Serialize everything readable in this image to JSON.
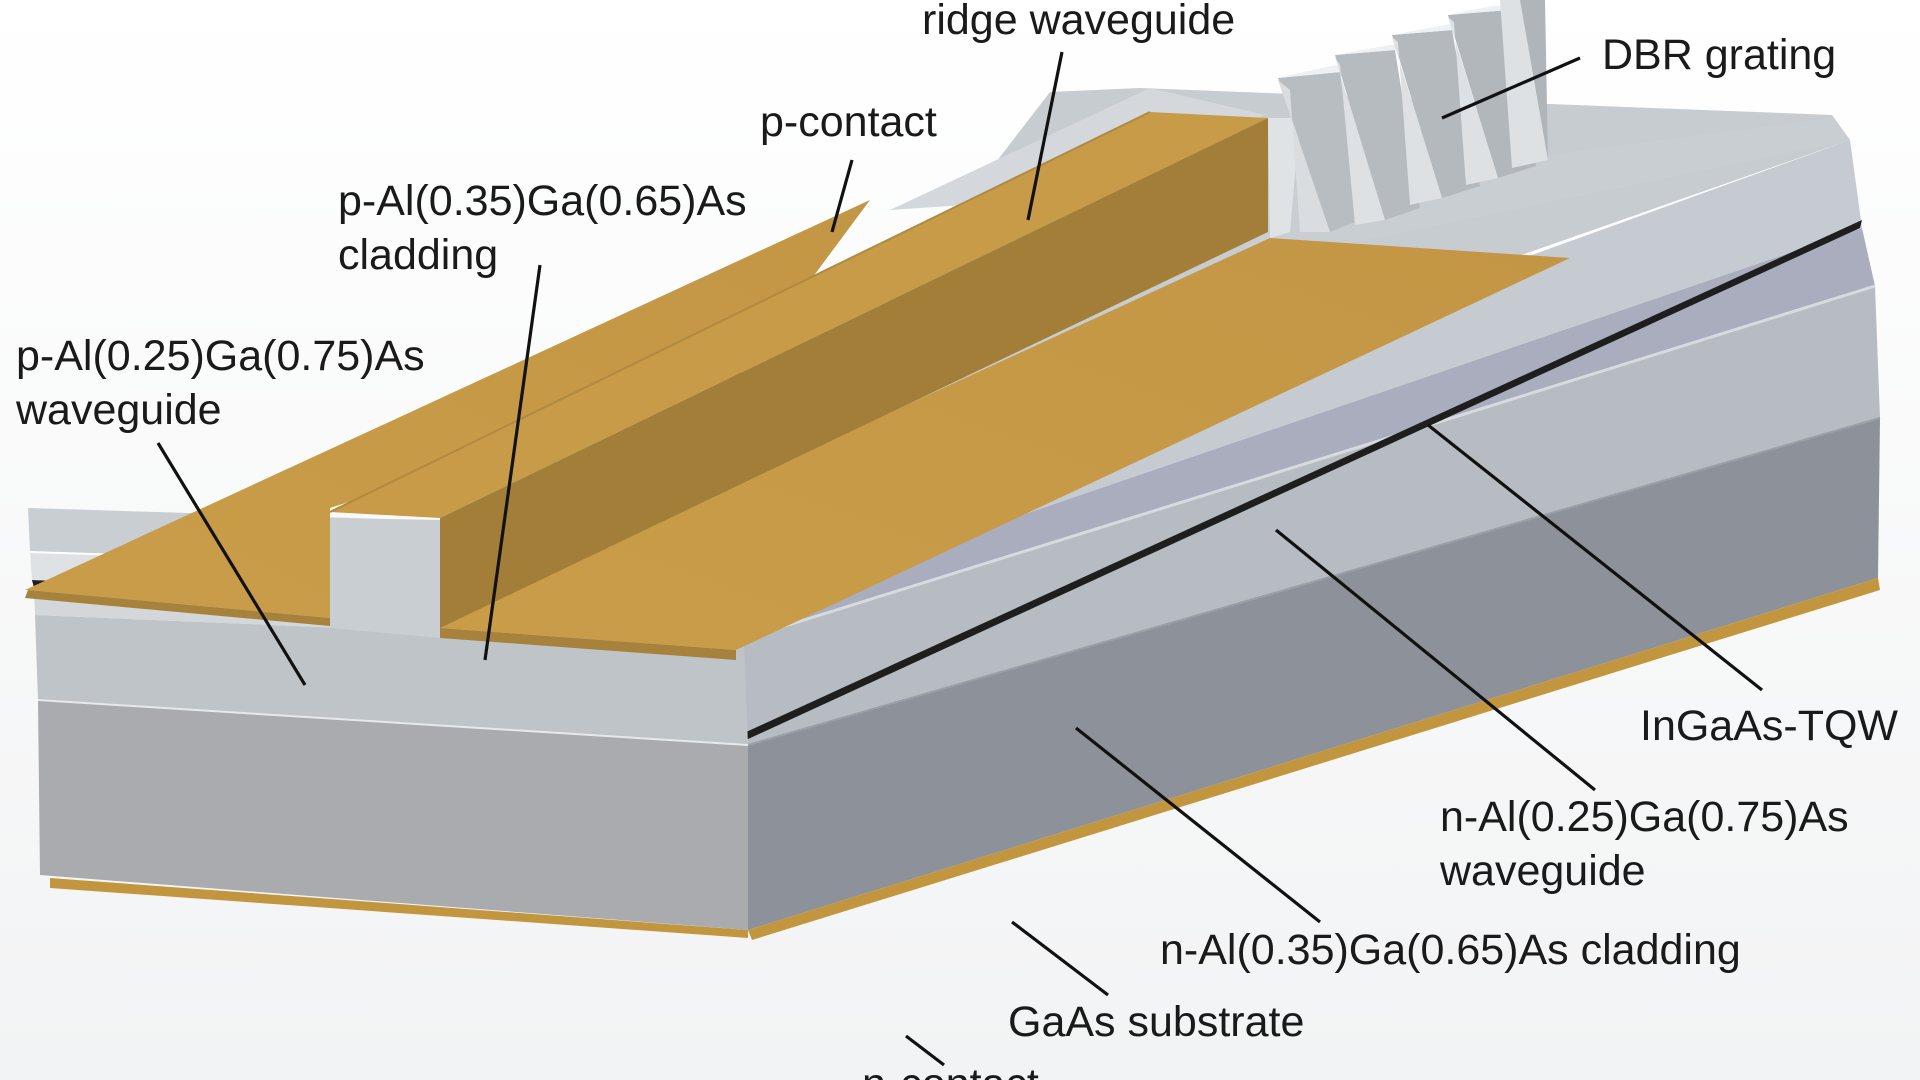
{
  "diagram": {
    "labels": {
      "ridge_waveguide": "ridge waveguide",
      "dbr_grating": "DBR grating",
      "p_contact": "p-contact",
      "p_cladding_line1": "p-Al(0.35)Ga(0.65)As",
      "p_cladding_line2": "cladding",
      "p_waveguide_line1": "p-Al(0.25)Ga(0.75)As",
      "p_waveguide_line2": "waveguide",
      "ingaas_tqw": "InGaAs-TQW",
      "n_waveguide_line1": "n-Al(0.25)Ga(0.75)As",
      "n_waveguide_line2": "waveguide",
      "n_cladding": "n-Al(0.35)Ga(0.65)As cladding",
      "gaas_substrate": "GaAs substrate",
      "n_contact": "n-contact"
    },
    "colors": {
      "gold_top": "#c69a47",
      "gold_side": "#a8823b",
      "p_layer": "#c6cdd0",
      "n_cladding": "#aeb3b8",
      "substrate": "#8f949c",
      "active": "#1e1e1e"
    }
  }
}
